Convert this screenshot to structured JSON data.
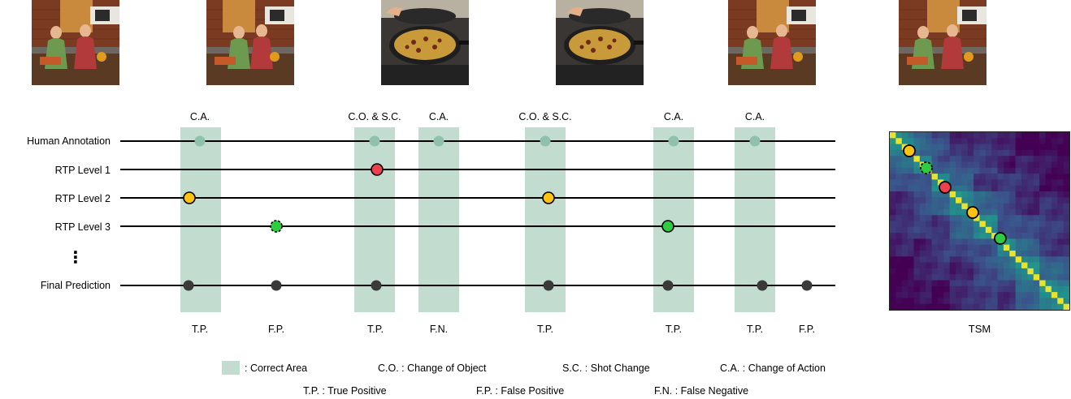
{
  "frames": [
    {
      "name": "frame-kitchen-two-women"
    },
    {
      "name": "frame-kitchen-serving"
    },
    {
      "name": "frame-pan-closeup"
    },
    {
      "name": "frame-pan-closeup-2"
    },
    {
      "name": "frame-kitchen-two-women-2"
    },
    {
      "name": "frame-kitchen-two-women-3"
    }
  ],
  "rows": [
    {
      "label": "Human Annotation"
    },
    {
      "label": "RTP Level 1"
    },
    {
      "label": "RTP Level 2"
    },
    {
      "label": "RTP Level 3"
    },
    {
      "label": "⋮"
    },
    {
      "label": "Final Prediction"
    }
  ],
  "columns": [
    {
      "top": "C.A.",
      "bottom": "T.P."
    },
    {
      "top": "",
      "bottom": "F.P."
    },
    {
      "top": "C.O. & S.C.",
      "bottom": "T.P."
    },
    {
      "top": "C.A.",
      "bottom": "F.N."
    },
    {
      "top": "C.O. & S.C.",
      "bottom": "T.P."
    },
    {
      "top": "C.A.",
      "bottom": "T.P."
    },
    {
      "top": "C.A.",
      "bottom": "T.P."
    },
    {
      "top": "",
      "bottom": "F.P."
    }
  ],
  "legend": {
    "correct_area": ": Correct Area",
    "co": "C.O. : Change of Object",
    "sc": "S.C. : Shot Change",
    "ca": "C.A. : Change of Action",
    "tp": "T.P. : True Positive",
    "fp": "F.P. : False Positive",
    "fn": "F.N. : False Negative"
  },
  "tsm_title": "TSM",
  "colors": {
    "correct_area": "#c2ddd0",
    "human_dot": "#8fc1ad",
    "yellow": "#ffc20e",
    "red": "#f0404f",
    "green": "#2ecc40",
    "final_dot": "#3a3a3a"
  }
}
